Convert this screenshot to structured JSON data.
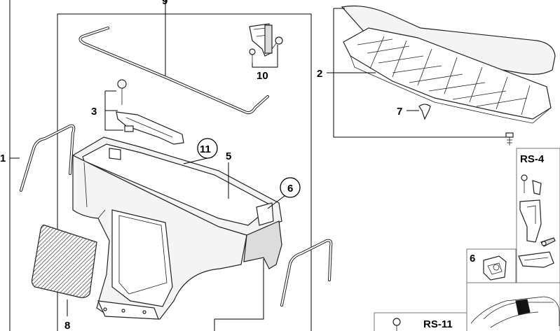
{
  "diagram": {
    "labels": {
      "l1": "1",
      "l2": "2",
      "l3": "3",
      "l5": "5",
      "l6": "6",
      "l7": "7",
      "l8": "8",
      "l9": "9",
      "l10": "10",
      "l11": "11"
    },
    "insets": {
      "rs4": "RS-4",
      "rs11": "RS-11",
      "inset6": "6"
    }
  }
}
